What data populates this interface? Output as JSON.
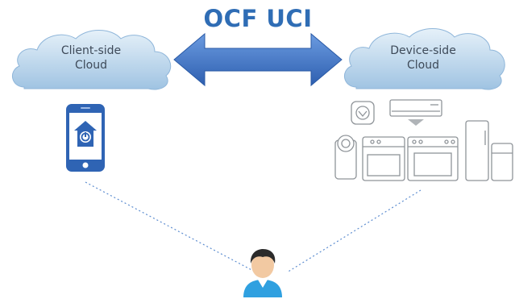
{
  "title": "OCF UCI",
  "client_cloud": {
    "line1": "Client-side",
    "line2": "Cloud"
  },
  "device_cloud": {
    "line1": "Device-side",
    "line2": "Cloud"
  },
  "icons": {
    "phone": "smartphone-home-app-icon",
    "appliances": "home-appliances-icon",
    "user": "user-avatar-icon",
    "arrow": "double-headed-arrow-icon"
  },
  "colors": {
    "title": "#2f6db5",
    "arrow": "#3f74c4",
    "cloud_fill_top": "#d9e9f5",
    "cloud_fill_bottom": "#a7c9e4",
    "phone": "#2f64b4",
    "user_shirt": "#2fa0e0",
    "connector": "#5d8dd0"
  }
}
